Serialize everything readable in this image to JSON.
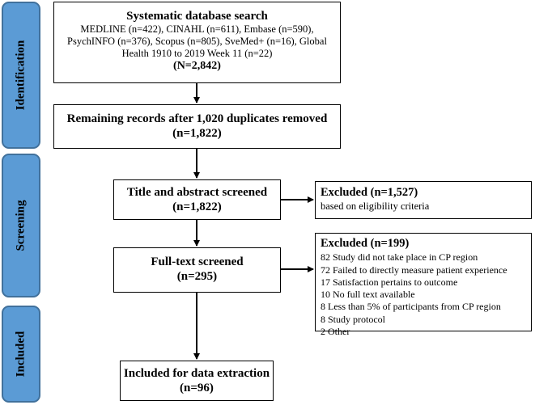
{
  "stages": {
    "identification": "Identification",
    "screening": "Screening",
    "included": "Included"
  },
  "search": {
    "title": "Systematic database search",
    "line1": "MEDLINE (n=422), CINAHL (n=611), Embase (n=590),",
    "line2": "PsychINFO (n=376), Scopus (n=805), SveMed+ (n=16), Global",
    "line3": "Health 1910 to 2019 Week 11 (n=22)",
    "total": "(N=2,842)"
  },
  "dedup": {
    "title": "Remaining records after 1,020 duplicates removed",
    "count": "(n=1,822)"
  },
  "title_abstract": {
    "title": "Title and abstract screened",
    "count": "(n=1,822)"
  },
  "excluded1": {
    "title": "Excluded (n=1,527)",
    "reason": "based on eligibility criteria"
  },
  "fulltext": {
    "title": "Full-text screened",
    "count": "(n=295)"
  },
  "excluded2": {
    "title": "Excluded (n=199)",
    "items": [
      "82 Study did not take place in CP region",
      "72 Failed to directly measure patient experience",
      "17 Satisfaction pertains to outcome",
      "10 No full text available",
      "8 Less than 5% of participants from CP region",
      "8 Study protocol",
      "2 Other"
    ]
  },
  "included": {
    "title": "Included for data extraction",
    "count": "(n=96)"
  }
}
